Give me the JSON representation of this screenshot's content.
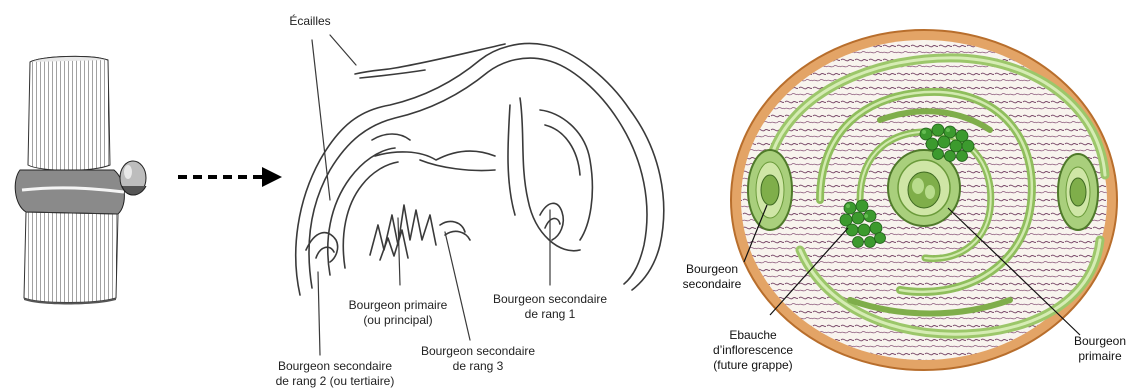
{
  "colors": {
    "ink": "#3a3a3a",
    "bark": "#6f6f6f",
    "green_light": "#b9d98a",
    "green": "#7fae4a",
    "green_dark": "#4f7a2a",
    "cluster": "#3c9a2e",
    "purple": "#7a4a6a",
    "rim": "#d9924a",
    "rim_light": "#f1c79a",
    "arrow": "#000000"
  },
  "diagram": {
    "labels": {
      "ecailles": "Écailles",
      "bourgeon_primaire_center": "Bourgeon primaire\n(ou principal)",
      "bourgeon_secondaire_rang1": "Bourgeon secondaire\nde rang 1",
      "bourgeon_secondaire_rang3": "Bourgeon secondaire\nde rang 3",
      "bourgeon_secondaire_rang2": "Bourgeon secondaire\nde rang 2 (ou tertiaire)"
    }
  },
  "cross_section": {
    "labels": {
      "bourgeon_secondaire": "Bourgeon\nsecondaire",
      "ebauche": "Ebauche\nd’inflorescence\n(future grappe)",
      "bourgeon_primaire": "Bourgeon\nprimaire"
    }
  },
  "icons": [
    "cane-node-illustration",
    "dashed-arrow-icon",
    "bud-section-drawing",
    "bud-cross-section-illustration"
  ]
}
